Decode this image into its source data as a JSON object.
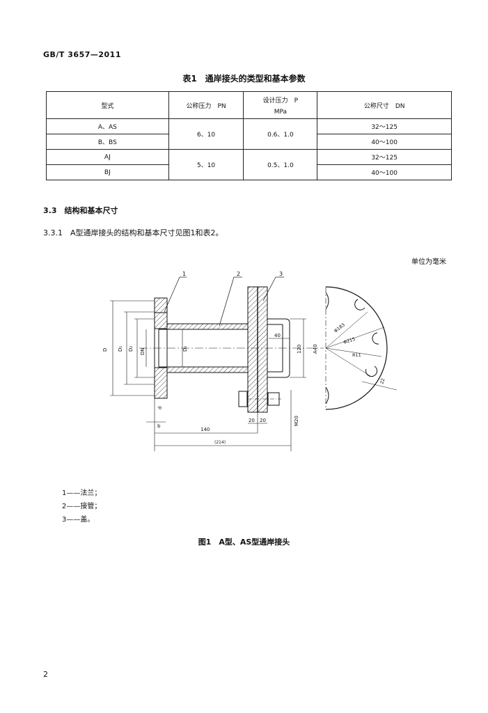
{
  "header": {
    "std_code": "GB/T 3657—2011"
  },
  "table": {
    "caption": "表1　通岸接头的类型和基本参数",
    "headers": {
      "type": "型式",
      "pn": "公称压力　PN",
      "p_line1": "设计压力　P",
      "p_line2": "MPa",
      "dn": "公称尺寸　DN"
    },
    "rows": [
      {
        "type": "A、AS",
        "pn": "6、10",
        "p": "0.6、1.0",
        "dn": "32～125"
      },
      {
        "type": "B、BS",
        "dn": "40～100"
      },
      {
        "type": "AJ",
        "pn": "5、10",
        "p": "0.5、1.0",
        "dn": "32～125"
      },
      {
        "type": "BJ",
        "dn": "40～100"
      }
    ]
  },
  "section": {
    "heading": "3.3　结构和基本尺寸",
    "text": "3.3.1　A型通岸接头的结构和基本尺寸见图1和表2。"
  },
  "unit_note": "单位为毫米",
  "drawing": {
    "callouts": [
      "1",
      "2",
      "3"
    ],
    "dims": {
      "D": "D",
      "D1": "D₁",
      "D2": "D₂",
      "DN": "DN",
      "D0": "D₀",
      "d": "d",
      "b": "b",
      "len140": "140",
      "len214": "(214)",
      "w20a": "20",
      "w20b": "20",
      "w40": "40",
      "h120": "120",
      "a40": "A40",
      "m20": "M20",
      "phi183": "Φ183",
      "phi215": "Φ215",
      "r11": "R11",
      "w22": "22"
    }
  },
  "legend": [
    "1——法兰；",
    "2——接管；",
    "3——盖。"
  ],
  "figure_caption": "图1　A型、AS型通岸接头",
  "page_number": "2"
}
